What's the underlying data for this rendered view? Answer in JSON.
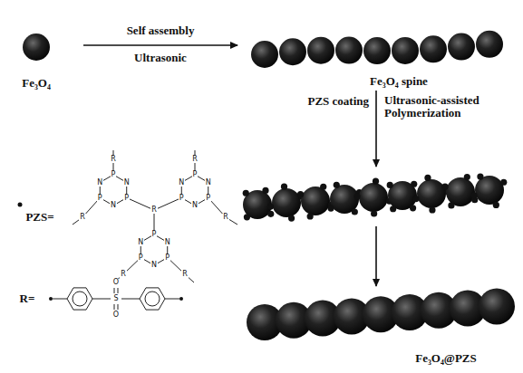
{
  "diagram": {
    "labels": [
      "Self assembly",
      "Ultrasonic",
      "Fe₃O₄",
      "Fe₃O₄ spine",
      "PZS coating",
      "Ultrasonic-assisted Polymerization",
      "PZS=",
      "R=",
      "Fe₃O₄@PZS",
      "P",
      "N",
      "P",
      "N",
      "P",
      "N",
      "P",
      "N",
      "P",
      "N",
      "P",
      "N",
      "P",
      "N",
      "P",
      "N",
      "P",
      "N",
      "R",
      "R",
      "R",
      "R",
      "R",
      "R",
      "R",
      "O",
      "S",
      "O"
    ]
  }
}
